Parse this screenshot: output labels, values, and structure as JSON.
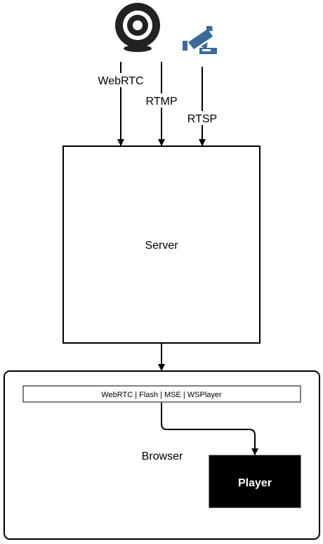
{
  "sources": {
    "webrtc_label": "WebRTC",
    "rtmp_label": "RTMP",
    "rtsp_label": "RTSP"
  },
  "server": {
    "label": "Server"
  },
  "browser": {
    "label": "Browser",
    "tech_bar_label": "WebRTC | Flash | MSE | WSPlayer",
    "player_label": "Player"
  },
  "icons": {
    "webcam": "webcam-icon",
    "security_camera": "security-camera-icon"
  },
  "colors": {
    "webcam_body": "#222222",
    "camera_blue": "#3b6b98",
    "player_fill": "#000000",
    "player_text": "#ffffff"
  }
}
